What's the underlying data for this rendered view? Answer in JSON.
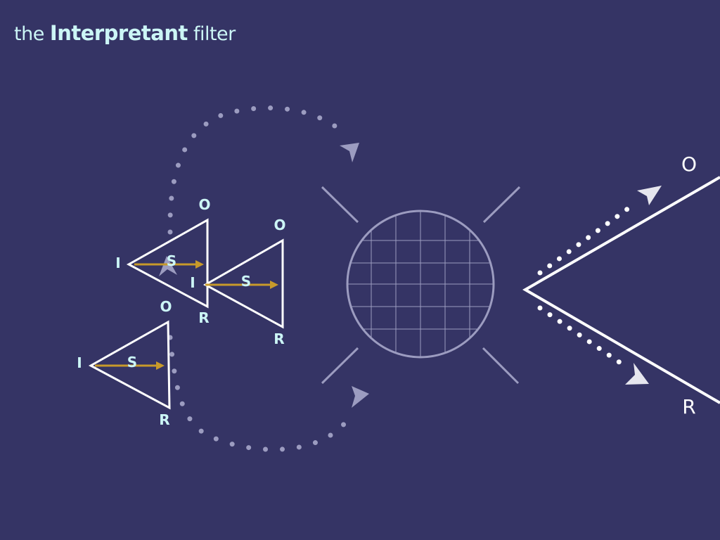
{
  "title": {
    "prefix": "the",
    "emphasis": "Interpretant",
    "suffix": "filter"
  },
  "colors": {
    "background": "#353465",
    "title_text": "#ccf6f6",
    "label_text": "#ccf6f6",
    "arrow": "#c89a2a",
    "triangle_stroke": "#ffffff",
    "filter_stroke": "#9c9cc0",
    "dotted_path": "#9c9cc0"
  },
  "signs": [
    {
      "I": "I",
      "S": "S",
      "O": "O",
      "R": "R"
    },
    {
      "I": "I",
      "S": "S",
      "O": "O",
      "R": "R"
    },
    {
      "I": "I",
      "S": "S",
      "O": "O",
      "R": "R"
    }
  ],
  "filter": {
    "shape": "circle-grid",
    "rays": 4
  },
  "output": {
    "O": "O",
    "R": "R"
  }
}
